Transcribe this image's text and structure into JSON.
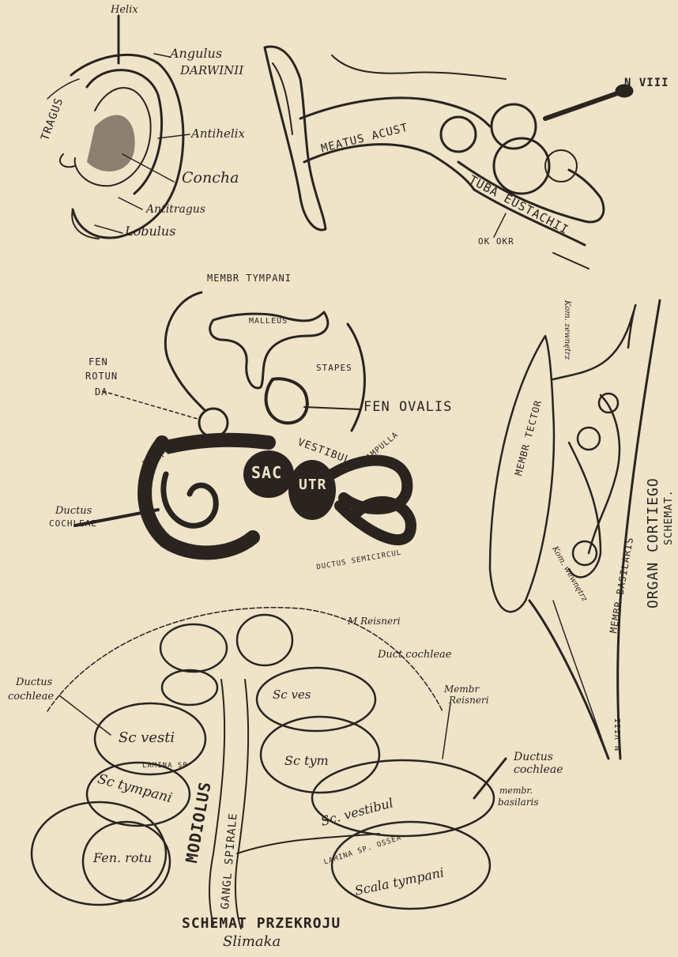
{
  "colors": {
    "paper": "#efe3c8",
    "ink": "#2a2420"
  },
  "outer_ear": {
    "helix": "Helix",
    "angulus": "Angulus",
    "darwinii": "DARWINII",
    "antihelix": "Antihelix",
    "tragus": "TRAGUS",
    "concha": "Concha",
    "antitragus": "Antitragus",
    "lobulus": "Lobulus"
  },
  "ear_section": {
    "meatus": "MEATUS ACUST",
    "nerve": "N VIII",
    "tuba": "TUBA EUSTACHII",
    "okr": "OK OKR"
  },
  "middle_ear": {
    "membr_tympani": "MEMBR TYMPANI",
    "malleus": "MALLEUS",
    "stapes": "STAPES",
    "fen_rotunda_1": "FEN",
    "fen_rotunda_2": "ROTUN",
    "fen_rotunda_3": "DA",
    "fen_ovalis": "FEN OVALIS",
    "tympan": "TYMPANI",
    "vestibul": "VESTIBUL",
    "ampulla": "AMPULLA",
    "sac": "SAC",
    "utr": "UTR",
    "ductus_cochleae_1": "Ductus",
    "ductus_cochleae_2": "COCHLEAE",
    "ductus_semicirc": "DUCTUS SEMICIRCUL"
  },
  "organ_corti": {
    "title_1": "ORGAN CORTIEGO",
    "title_2": "SCHEMAT.",
    "membr_tectoria": "MEMBR TECTOR",
    "kom_zewn": "Kom. zewnętrz",
    "kom_wewn": "Kom. wewnętrz",
    "membr_basilaris": "MEMBR BASILARIS",
    "n_viii": "N.VIII"
  },
  "cochlea_section": {
    "m_reisneri": "M Reisneri",
    "duct_cochleae_top": "Duct cochleae",
    "ductus_cochleae_left_1": "Ductus",
    "ductus_cochleae_left_2": "cochleae",
    "sc_vestib_left": "Sc vesti",
    "lamina_left": "LAMINA SP",
    "sc_tympani_left": "Sc tympani",
    "fen_rotu": "Fen. rotu",
    "modiolus": "MODIOLUS",
    "gangl_spirale": "GANGL SPIRALE",
    "sc_ves_mid": "Sc ves",
    "sc_tym_mid": "Sc tym",
    "membr_reisneri_1": "Membr",
    "membr_reisneri_2": "Reisneri",
    "ductus_cochleae_right_1": "Ductus",
    "ductus_cochleae_right_2": "cochleae",
    "membr_basilaris_1": "membr.",
    "membr_basilaris_2": "basilaris",
    "sc_vestibul": "Sc. vestibul",
    "lamina_right": "LAMINA SP. OSSEA",
    "scala_tympani": "Scala tympani"
  },
  "caption": {
    "line1": "SCHEMAT PRZEKROJU",
    "line2": "Slimaka"
  }
}
